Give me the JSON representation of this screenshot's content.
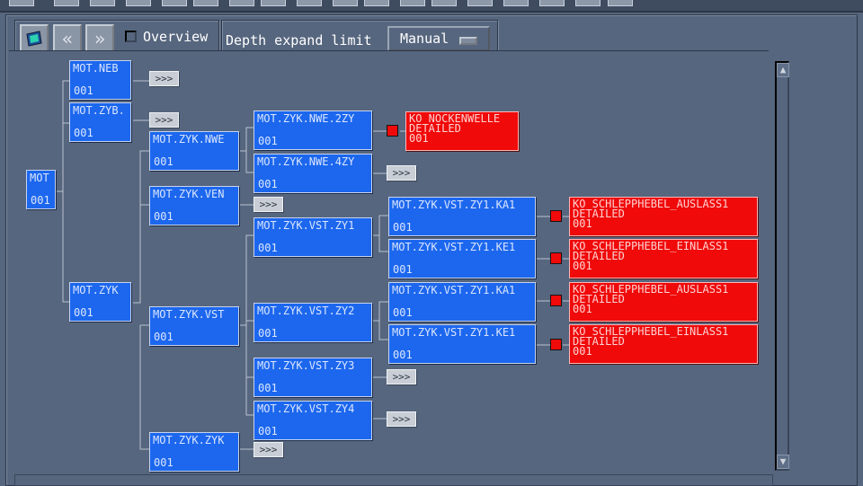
{
  "toolbar": {
    "overview_label": "Overview",
    "depth_label": "Depth expand limit",
    "depth_value": "Manual",
    "icons": [
      "tree-view-icon",
      "collapse-all-icon",
      "expand-all-icon"
    ]
  },
  "nodes": {
    "mot": {
      "name": "MOT",
      "value": "001"
    },
    "mot_neb": {
      "name": "MOT.NEB",
      "value": "001"
    },
    "mot_zyb": {
      "name": "MOT.ZYB.",
      "value": "001"
    },
    "mot_zyk": {
      "name": "MOT.ZYK",
      "value": "001"
    },
    "zyk_nwe": {
      "name": "MOT.ZYK.NWE",
      "value": "001"
    },
    "zyk_ven": {
      "name": "MOT.ZYK.VEN",
      "value": "001"
    },
    "zyk_vst": {
      "name": "MOT.ZYK.VST",
      "value": "001"
    },
    "zyk_zyk": {
      "name": "MOT.ZYK.ZYK",
      "value": "001"
    },
    "nwe_2zy": {
      "name": "MOT.ZYK.NWE.2ZY",
      "value": "001"
    },
    "nwe_4zy": {
      "name": "MOT.ZYK.NWE.4ZY",
      "value": "001"
    },
    "vst_zy1": {
      "name": "MOT.ZYK.VST.ZY1",
      "value": "001"
    },
    "vst_zy2": {
      "name": "MOT.ZYK.VST.ZY2",
      "value": "001"
    },
    "vst_zy3": {
      "name": "MOT.ZYK.VST.ZY3",
      "value": "001"
    },
    "vst_zy4": {
      "name": "MOT.ZYK.VST.ZY4",
      "value": "001"
    },
    "zy1_ka1_a": {
      "name": "MOT.ZYK.VST.ZY1.KA1",
      "value": "001"
    },
    "zy1_ke1_a": {
      "name": "MOT.ZYK.VST.ZY1.KE1",
      "value": "001"
    },
    "zy1_ka1_b": {
      "name": "MOT.ZYK.VST.ZY1.KA1",
      "value": "001"
    },
    "zy1_ke1_b": {
      "name": "MOT.ZYK.VST.ZY1.KE1",
      "value": "001"
    }
  },
  "ko_nodes": {
    "nocken": {
      "name": "KO_NOCKENWELLE",
      "status": "DETAILED",
      "value": "001"
    },
    "aus1": {
      "name": "KO_SCHLEPPHEBEL_AUSLASS1",
      "status": "DETAILED",
      "value": "001"
    },
    "ein1": {
      "name": "KO_SCHLEPPHEBEL_EINLASS1",
      "status": "DETAILED",
      "value": "001"
    },
    "aus2": {
      "name": "KO_SCHLEPPHEBEL_AUSLASS1",
      "status": "DETAILED",
      "value": "001"
    },
    "ein2": {
      "name": "KO_SCHLEPPHEBEL_EINLASS1",
      "status": "DETAILED",
      "value": "001"
    }
  },
  "more_label": ">>>",
  "colors": {
    "node": "#1c67ee",
    "ko_node": "#f00a0a",
    "background": "#56667e"
  }
}
